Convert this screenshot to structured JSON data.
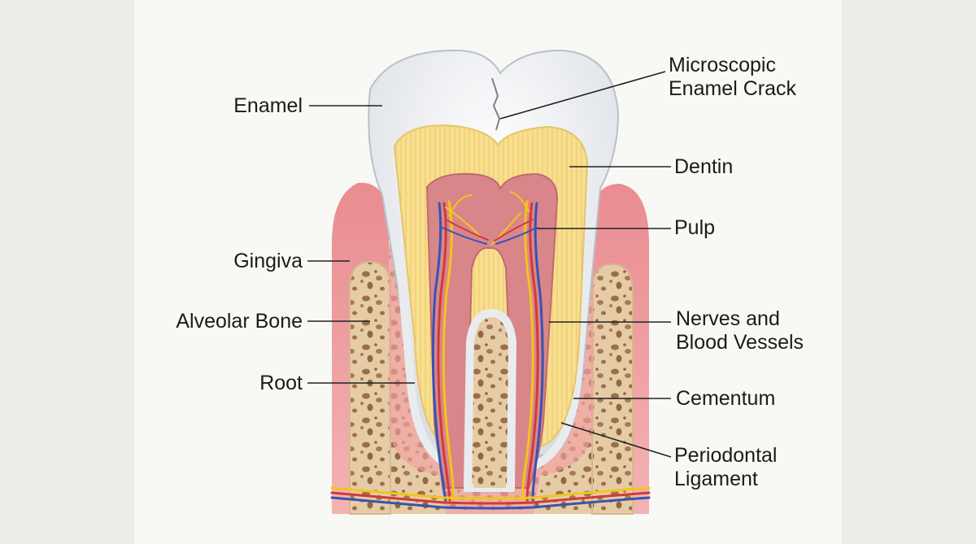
{
  "diagram": {
    "labels": {
      "enamel": "Enamel",
      "gingiva": "Gingiva",
      "alveolar_bone": "Alveolar Bone",
      "root": "Root",
      "crack_line1": "Microscopic",
      "crack_line2": "Enamel Crack",
      "dentin": "Dentin",
      "pulp": "Pulp",
      "nerves_line1": "Nerves and",
      "nerves_line2": "Blood Vessels",
      "cementum": "Cementum",
      "pdl_line1": "Periodontal",
      "pdl_line2": "Ligament"
    },
    "colors": {
      "enamel": "#eef0f3",
      "dentin": "#f7df8e",
      "pulp": "#d9868a",
      "gingiva": "#ef9fa2",
      "bone": "#e3c9a2",
      "nerve": "#f1c51e",
      "artery": "#d23a3a",
      "vein": "#3554b3"
    }
  }
}
